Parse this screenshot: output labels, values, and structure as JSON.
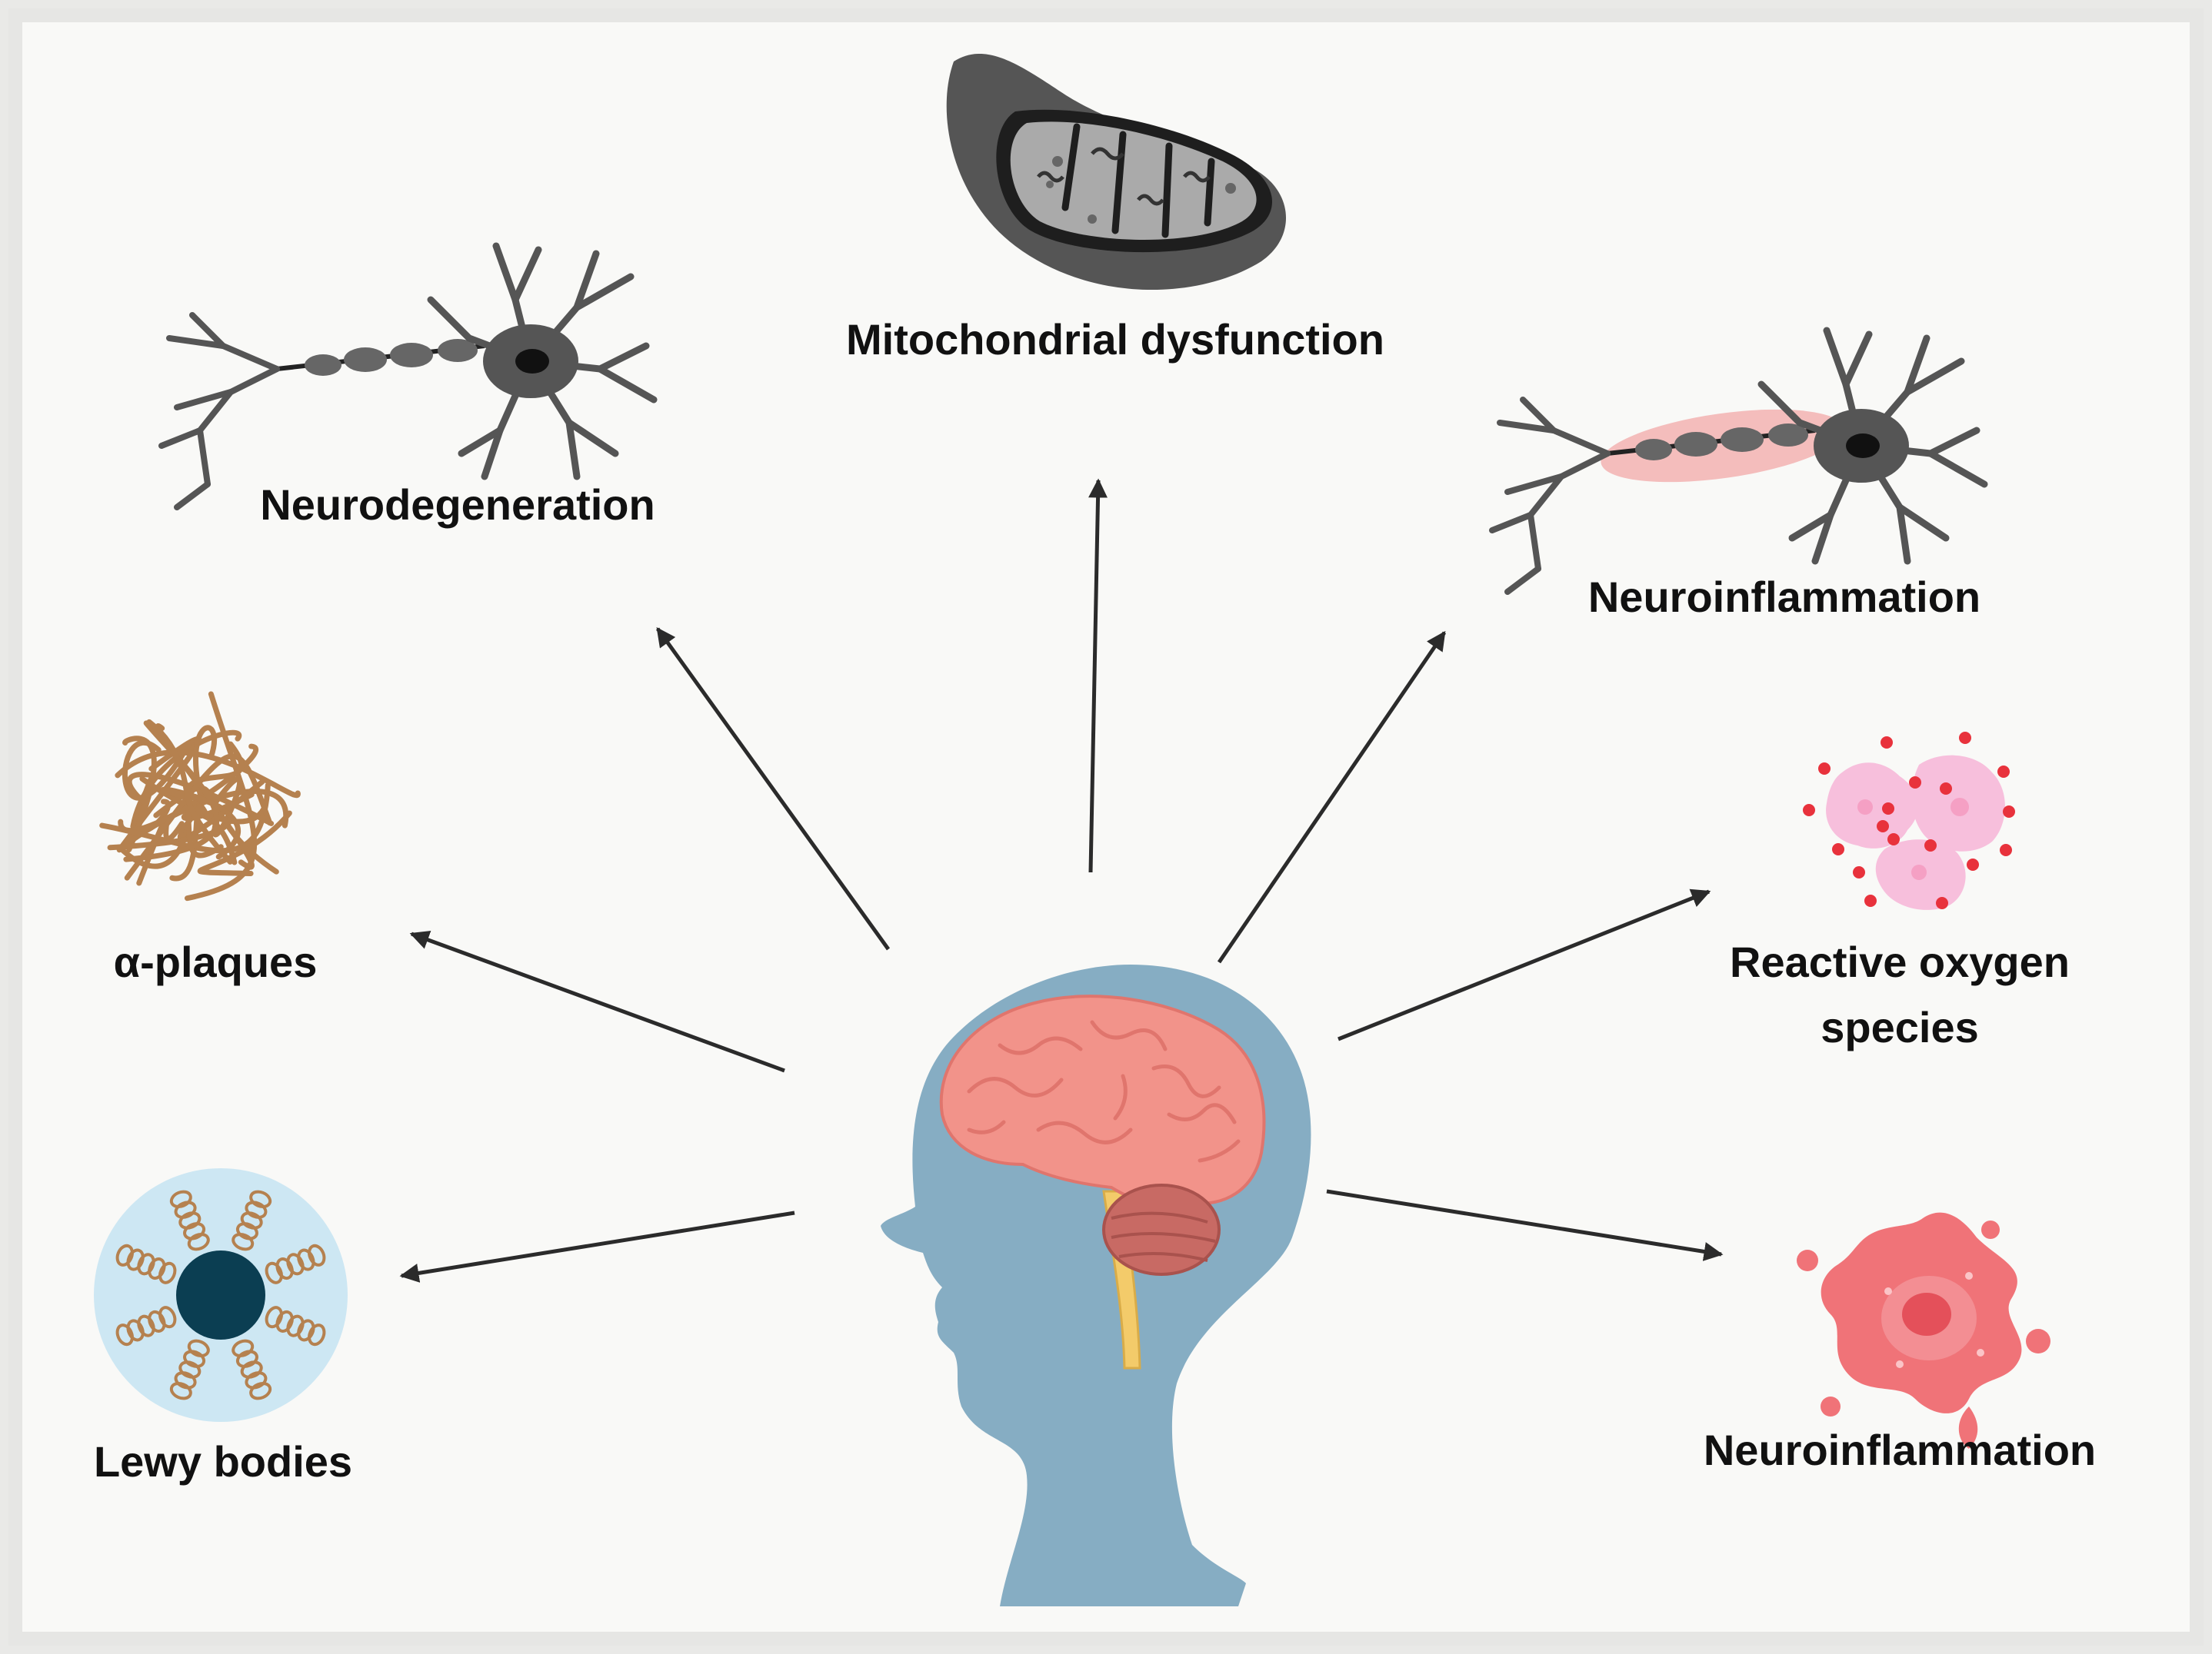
{
  "labels": {
    "mito": "Mitochondrial dysfunction",
    "neurodegeneration": "Neurodegeneration",
    "neuroinflammation_top": "Neuroinflammation",
    "plaques": "α-plaques",
    "ros_line1": "Reactive oxygen",
    "ros_line2": "species",
    "lewy": "Lewy bodies",
    "neuroinflammation_bottom": "Neuroinflammation"
  },
  "colors": {
    "background": "#f9f9f7",
    "frame": "#e6e6e4",
    "head": "#86adc3",
    "brain": "#f2938a",
    "cerebellum": "#c86a64",
    "spinal_cord": "#f3cb6a",
    "neuron": "#555555",
    "inflammation_halo": "#f08c8c",
    "plaque_fiber": "#b5814f",
    "lewy_halo": "#cde7f3",
    "lewy_core": "#0b3e52",
    "ros_dot": "#e8323c",
    "ros_cell": "#f7bfdc",
    "microglia": "#f07378",
    "arrow": "#2b2b2b"
  }
}
